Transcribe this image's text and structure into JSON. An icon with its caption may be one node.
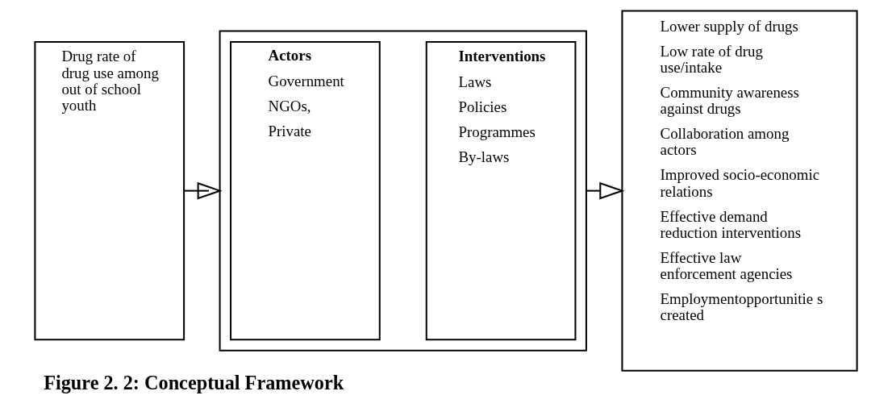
{
  "diagram": {
    "caption": "Figure 2. 2: Conceptual Framework",
    "nodes": [
      {
        "text": [
          "Drug rate of drug use among out of school youth"
        ]
      },
      {
        "text": [],
        "shape": "box"
      },
      {
        "text": [
          "Actors",
          "Government",
          "NGOs,",
          "Private"
        ],
        "in": 1
      },
      {
        "text": [
          "Interventions",
          "Laws",
          "Policies",
          "Programmes",
          "By-laws"
        ],
        "in": 1
      },
      {
        "text": [
          "Lower supply of drugs",
          "Low rate of drug use/intake",
          "Community awareness against drugs",
          "Collaboration among actors",
          "Improved socio-economic relations",
          "Effective demand reduction interventions",
          "Effective law enforcement agencies",
          "Employmentopportunitie s created"
        ]
      }
    ],
    "edges": [
      {
        "from": 0,
        "to": 1,
        "arrow": "to"
      },
      {
        "from": 1,
        "to": 4,
        "arrow": "to"
      }
    ]
  }
}
